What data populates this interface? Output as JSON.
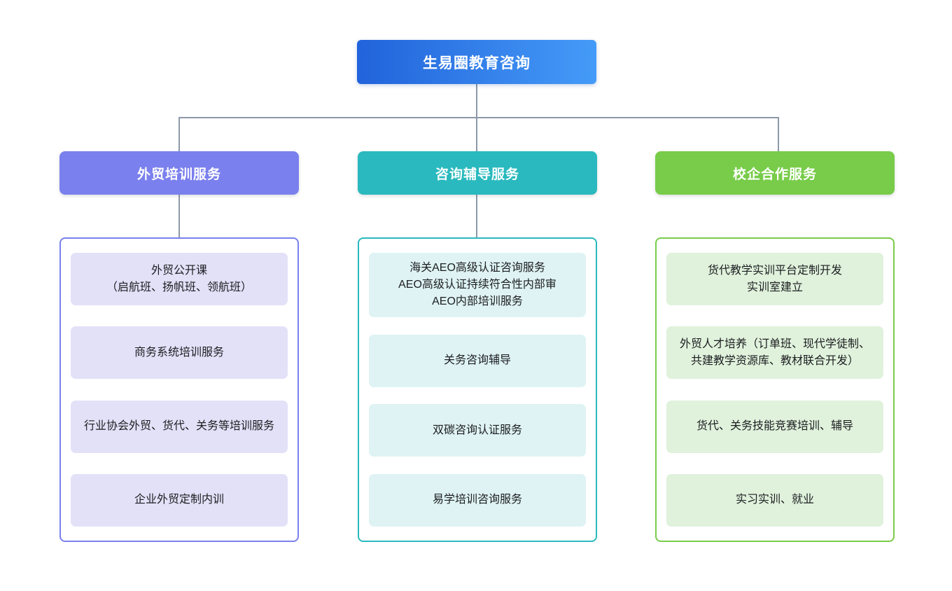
{
  "root": {
    "label": "生易圈教育咨询"
  },
  "colors": {
    "root_gradient_start": "#2163DB",
    "root_gradient_end": "#459BF8",
    "connector": "#8D99A8"
  },
  "branches": [
    {
      "label": "外贸培训服务",
      "primary": "#7A80ED",
      "light": "#E3E1F8",
      "items": [
        "外贸公开课\n（启航班、扬帆班、领航班）",
        "商务系统培训服务",
        "行业协会外贸、货代、关务等培训服务",
        "企业外贸定制内训"
      ]
    },
    {
      "label": "咨询辅导服务",
      "primary": "#29B9BE",
      "light": "#DFF3F4",
      "items": [
        "海关AEO高级认证咨询服务\nAEO高级认证持续符合性内部审\nAEO内部培训服务",
        "关务咨询辅导",
        "双碳咨询认证服务",
        "易学培训咨询服务"
      ]
    },
    {
      "label": "校企合作服务",
      "primary": "#78CC49",
      "light": "#E0F2DC",
      "items": [
        "货代教学实训平台定制开发\n实训室建立",
        "外贸人才培养（订单班、现代学徒制、共建教学资源库、教材联合开发）",
        "货代、关务技能竞赛培训、辅导",
        "实习实训、就业"
      ]
    }
  ]
}
